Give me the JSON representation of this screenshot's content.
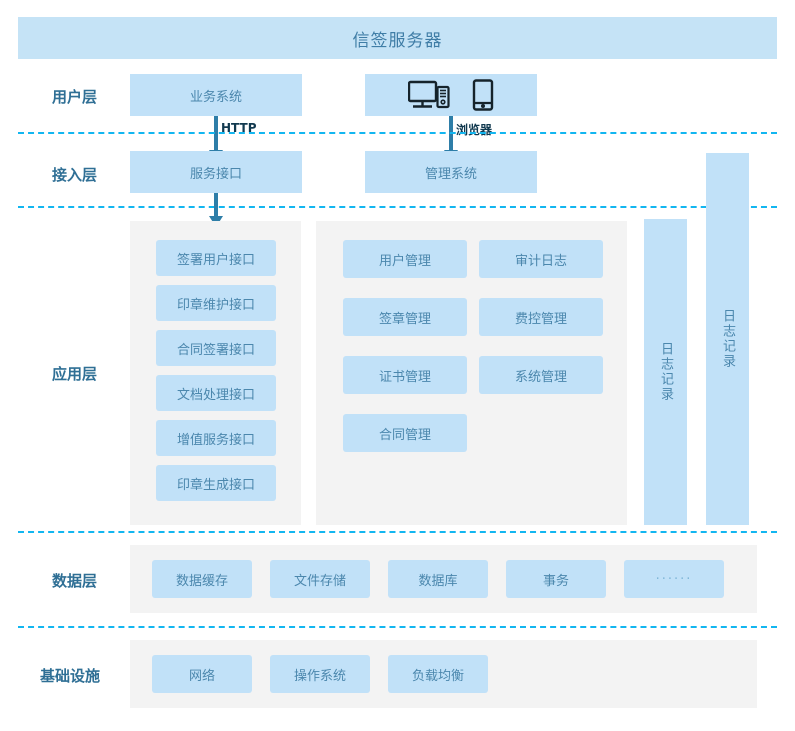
{
  "header": {
    "title": "信签服务器"
  },
  "layers": [
    {
      "id": "user",
      "label": "用户层"
    },
    {
      "id": "access",
      "label": "接入层"
    },
    {
      "id": "app",
      "label": "应用层"
    },
    {
      "id": "data",
      "label": "数据层"
    },
    {
      "id": "infra",
      "label": "基础设施"
    }
  ],
  "user_layer": {
    "business_system": "业务系统",
    "client_icons": [
      "desktop-computer-icon",
      "mobile-phone-icon"
    ]
  },
  "connections": [
    {
      "label": "HTTP",
      "from": "业务系统",
      "to": "服务接口"
    },
    {
      "label": "浏览器",
      "from": "客户端",
      "to": "管理系统"
    },
    {
      "label": "",
      "from": "服务接口",
      "to": "应用层"
    }
  ],
  "access_layer": {
    "service_interface": "服务接口",
    "management_system": "管理系统"
  },
  "app_layer": {
    "interfaces": [
      "签署用户接口",
      "印章维护接口",
      "合同签署接口",
      "文档处理接口",
      "增值服务接口",
      "印章生成接口"
    ],
    "management_left": [
      "用户管理",
      "签章管理",
      "证书管理",
      "合同管理"
    ],
    "management_right": [
      "审计日志",
      "费控管理",
      "系统管理"
    ]
  },
  "log_bars": [
    {
      "label": "日志记录",
      "scope": "应用层"
    },
    {
      "label": "日志记录",
      "scope": "接入层"
    }
  ],
  "data_layer": {
    "items": [
      "数据缓存",
      "文件存储",
      "数据库",
      "事务",
      "······"
    ]
  },
  "infra_layer": {
    "items": [
      "网络",
      "操作系统",
      "负载均衡"
    ]
  },
  "colors": {
    "chip_fill": "#c1e1f8",
    "panel_bg": "#f3f3f3",
    "title_fill": "#c5e3f6",
    "divider": "#12b6f0",
    "arrow": "#2e7ea8",
    "text_blue": "#4b87ad",
    "label_blue": "#2f6f95"
  }
}
